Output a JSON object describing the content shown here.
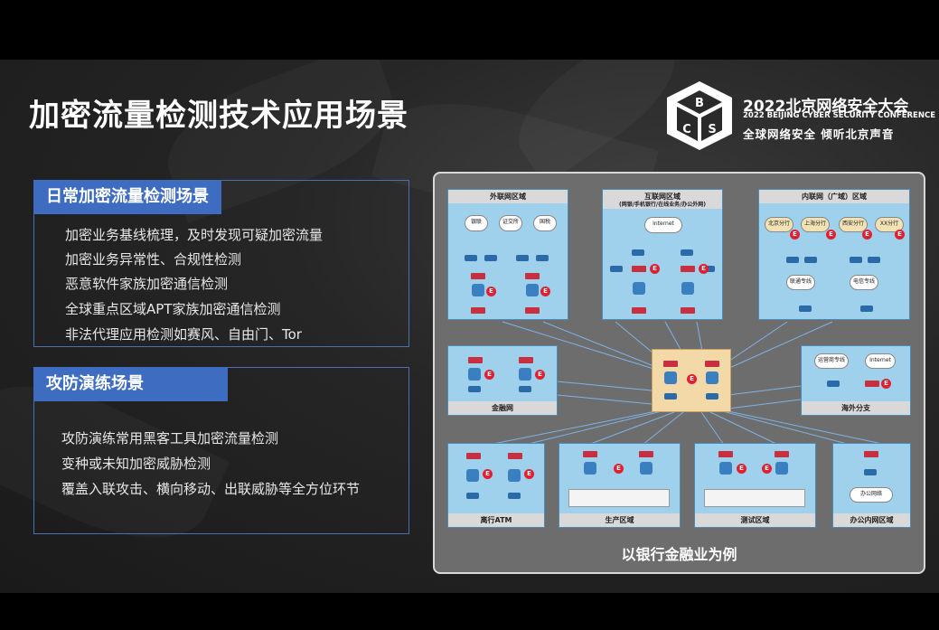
{
  "title": "加密流量检测技术应用场景",
  "conference": {
    "name_cn": "2022北京网络安全大会",
    "name_en": "2022 BEIJING CYBER SECURITY CONFERENCE",
    "slogan": "全球网络安全  倾听北京声音",
    "logo_letters": [
      "B",
      "C",
      "S"
    ]
  },
  "section1": {
    "heading": "日常加密流量检测场景",
    "items": [
      "加密业务基线梳理，及时发现可疑加密流量",
      "加密业务异常性、合规性检测",
      "恶意软件家族加密通信检测",
      "全球重点区域APT家族加密通信检测",
      "非法代理应用检测如赛风、自由门、Tor"
    ]
  },
  "section2": {
    "heading": "攻防演练场景",
    "items": [
      "攻防演练常用黑客工具加密流量检测",
      "变种或未知加密威胁检测",
      "覆盖入联攻击、横向移动、出联威胁等全方位环节"
    ]
  },
  "diagram": {
    "caption": "以银行金融业为例",
    "zones": {
      "external": "外联网区域",
      "internet": "互联网区域",
      "internet_sub": "(网银/手机银行/在线业务/办公外网)",
      "intranet": "内联网（广域）区域",
      "finance": "金融网",
      "overseas": "海外分支",
      "atm": "离行ATM",
      "production": "生产区域",
      "test": "测试区域",
      "office": "办公内网区域"
    },
    "clouds": {
      "yinlian": "银联",
      "zhengjiao": "证交所",
      "guoshui": "国税",
      "internet": "Internet",
      "beijing": "北京分行",
      "shanghai": "上海分行",
      "xian": "西安分行",
      "xx": "XX分行",
      "liantong": "联通专线",
      "dianxin": "电信专线",
      "yunying": "运营商专线",
      "internet2": "Internet",
      "office_net": "办公网络"
    },
    "e_label": "E"
  }
}
